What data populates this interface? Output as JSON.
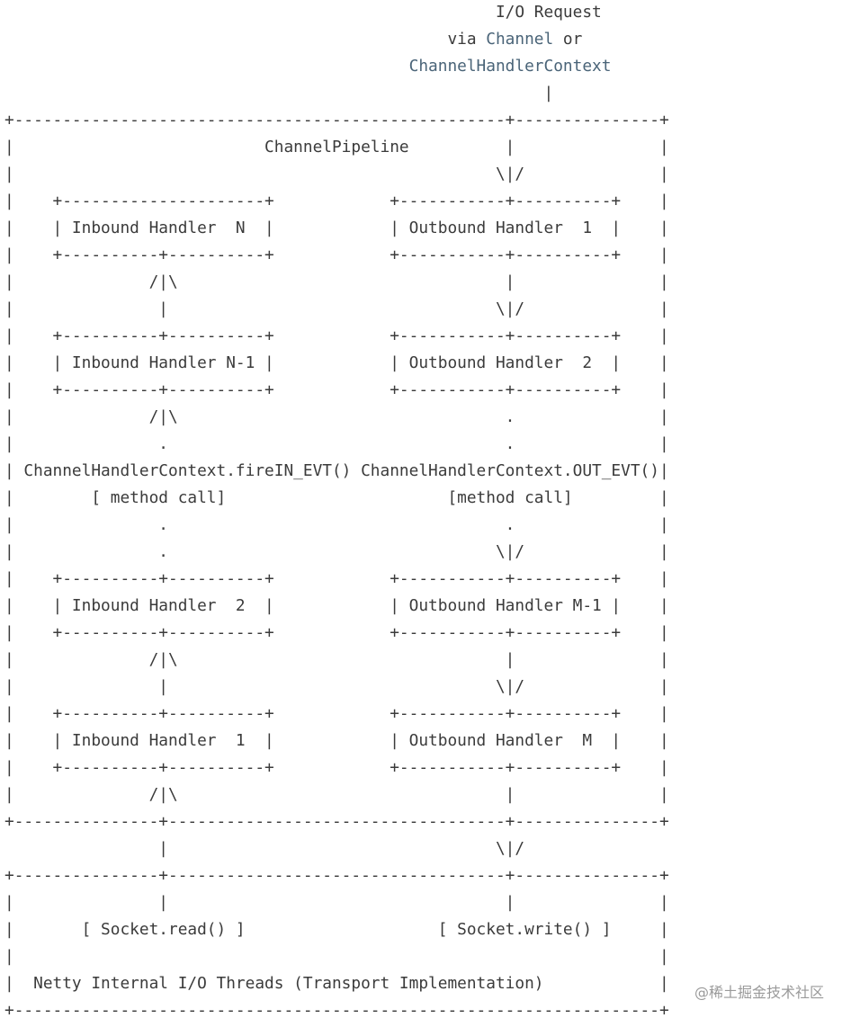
{
  "diagram": {
    "lines": [
      [
        {
          "t": "                                                   I/O Request"
        }
      ],
      [
        {
          "t": "                                              via "
        },
        {
          "t": "Channel",
          "hl": true
        },
        {
          "t": " or"
        }
      ],
      [
        {
          "t": "                                          "
        },
        {
          "t": "ChannelHandlerContext",
          "hl": true
        }
      ],
      [
        {
          "t": "                                                        |"
        }
      ],
      [
        {
          "t": "+---------------------------------------------------+---------------+"
        }
      ],
      [
        {
          "t": "|                          ChannelPipeline          |               |"
        }
      ],
      [
        {
          "t": "|                                                  \\|/              |"
        }
      ],
      [
        {
          "t": "|    +---------------------+            +-----------+----------+    |"
        }
      ],
      [
        {
          "t": "|    | Inbound Handler  N  |            | Outbound Handler  1  |    |"
        }
      ],
      [
        {
          "t": "|    +----------+----------+            +-----------+----------+    |"
        }
      ],
      [
        {
          "t": "|              /|\\                                  |               |"
        }
      ],
      [
        {
          "t": "|               |                                  \\|/              |"
        }
      ],
      [
        {
          "t": "|    +----------+----------+            +-----------+----------+    |"
        }
      ],
      [
        {
          "t": "|    | Inbound Handler N-1 |            | Outbound Handler  2  |    |"
        }
      ],
      [
        {
          "t": "|    +----------+----------+            +-----------+----------+    |"
        }
      ],
      [
        {
          "t": "|              /|\\                                  .               |"
        }
      ],
      [
        {
          "t": "|               .                                   .               |"
        }
      ],
      [
        {
          "t": "| ChannelHandlerContext.fireIN_EVT() ChannelHandlerContext.OUT_EVT()|"
        }
      ],
      [
        {
          "t": "|        [ method call]                       [method call]         |"
        }
      ],
      [
        {
          "t": "|               .                                   .               |"
        }
      ],
      [
        {
          "t": "|               .                                  \\|/              |"
        }
      ],
      [
        {
          "t": "|    +----------+----------+            +-----------+----------+    |"
        }
      ],
      [
        {
          "t": "|    | Inbound Handler  2  |            | Outbound Handler M-1 |    |"
        }
      ],
      [
        {
          "t": "|    +----------+----------+            +-----------+----------+    |"
        }
      ],
      [
        {
          "t": "|              /|\\                                  |               |"
        }
      ],
      [
        {
          "t": "|               |                                  \\|/              |"
        }
      ],
      [
        {
          "t": "|    +----------+----------+            +-----------+----------+    |"
        }
      ],
      [
        {
          "t": "|    | Inbound Handler  1  |            | Outbound Handler  M  |    |"
        }
      ],
      [
        {
          "t": "|    +----------+----------+            +-----------+----------+    |"
        }
      ],
      [
        {
          "t": "|              /|\\                                  |               |"
        }
      ],
      [
        {
          "t": "+---------------+-----------------------------------+---------------+"
        }
      ],
      [
        {
          "t": "                |                                  \\|/"
        }
      ],
      [
        {
          "t": "+---------------+-----------------------------------+---------------+"
        }
      ],
      [
        {
          "t": "|               |                                   |               |"
        }
      ],
      [
        {
          "t": "|       [ Socket.read() ]                    [ Socket.write() ]     |"
        }
      ],
      [
        {
          "t": "|                                                                   |"
        }
      ],
      [
        {
          "t": "|  Netty Internal I/O Threads (Transport Implementation)            |"
        }
      ],
      [
        {
          "t": "+-------------------------------------------------------------------+"
        }
      ]
    ]
  },
  "watermark": "@稀土掘金技术社区"
}
